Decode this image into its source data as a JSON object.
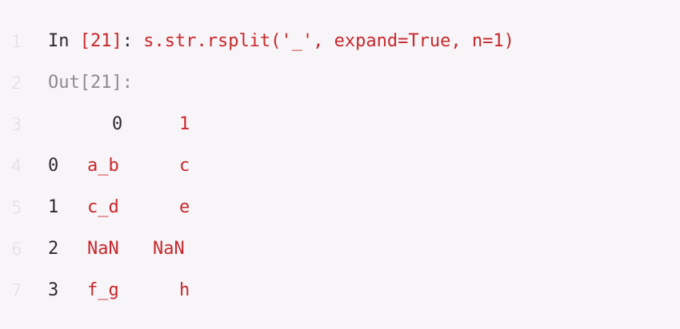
{
  "lines": [
    {
      "number": "1",
      "prompt": "In ",
      "exec_count": "[21]",
      "colon": ": ",
      "code": "s.str.rsplit('_', expand=True, n=1)"
    },
    {
      "number": "2",
      "output_label": "Out[21]:"
    },
    {
      "number": "3",
      "table_header": [
        "0",
        "1"
      ]
    },
    {
      "number": "4",
      "index": "0",
      "values": [
        "a_b",
        "c"
      ]
    },
    {
      "number": "5",
      "index": "1",
      "values": [
        "c_d",
        "e"
      ]
    },
    {
      "number": "6",
      "index": "2",
      "values": [
        "NaN",
        "NaN"
      ]
    },
    {
      "number": "7",
      "index": "3",
      "values": [
        "f_g",
        "h"
      ]
    }
  ],
  "colors": {
    "background": "#f7f5f8",
    "accent": "#c8282c",
    "text": "#2e2b30",
    "muted": "#8e8a90",
    "line_number": "#d9d7dc"
  }
}
